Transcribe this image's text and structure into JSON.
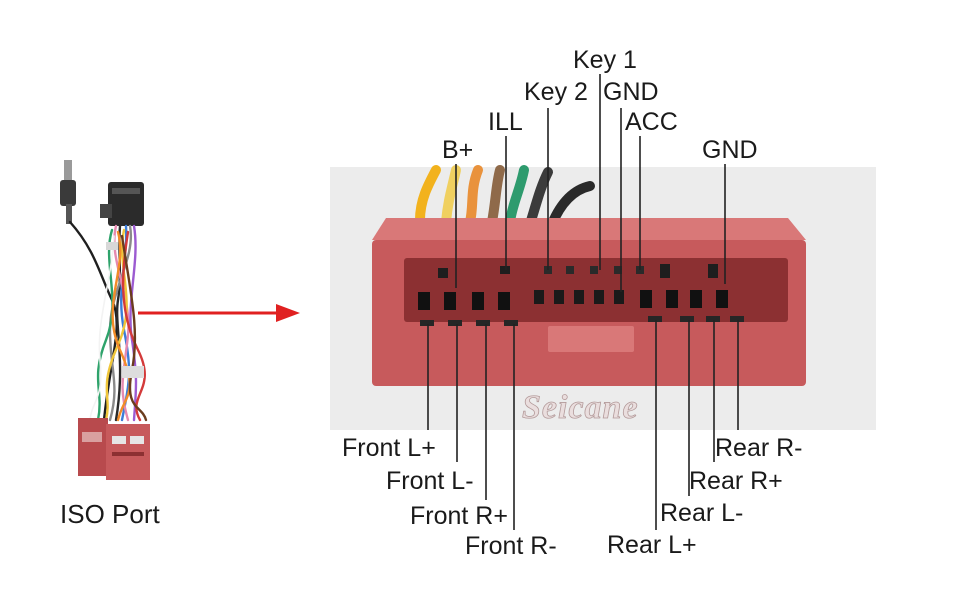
{
  "caption": "ISO Port",
  "watermark": "Seicane",
  "colors": {
    "connector": "#c75a5c",
    "connector_dark": "#8c3032",
    "connector_light": "#d97878",
    "arrow": "#e02020",
    "leader": "#222222",
    "photo_bg": "#ececec"
  },
  "labels": {
    "key1": "Key 1",
    "key2": "Key 2",
    "gnd_top": "GND",
    "ill": "ILL",
    "acc": "ACC",
    "b_plus": "B+",
    "gnd_right": "GND",
    "front_l_plus": "Front L+",
    "front_l_minus": "Front L-",
    "front_r_plus": "Front R+",
    "front_r_minus": "Front R-",
    "rear_r_minus": "Rear R-",
    "rear_r_plus": "Rear R+",
    "rear_l_minus": "Rear L-",
    "rear_l_plus": "Rear L+"
  }
}
